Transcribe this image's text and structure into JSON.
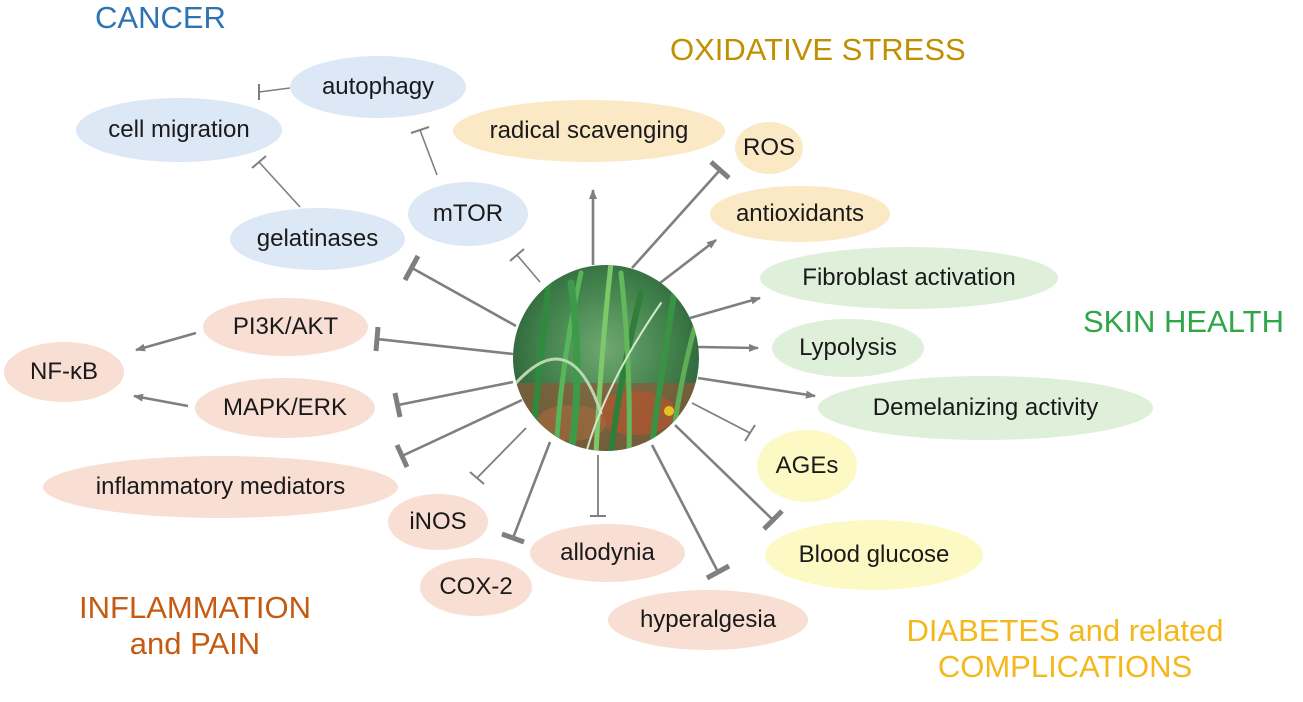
{
  "colors": {
    "cancer": "#2e74b5",
    "oxidative": "#bf9000",
    "skin": "#2ea64a",
    "inflammation": "#c55a11",
    "diabetes": "#f5b81c",
    "blue_node": "#dce8f6",
    "orange_node": "#fbe9c6",
    "green_node": "#deefda",
    "pink_node": "#f8ded3",
    "yellow_node": "#fdf9c4",
    "connector": "#7f7f7f"
  },
  "center_image": {
    "icon": "seagrass-photo"
  },
  "categories": {
    "cancer": "CANCER",
    "oxidative": "OXIDATIVE STRESS",
    "skin": "SKIN HEALTH",
    "inflammation_line1": "INFLAMMATION",
    "inflammation_line2": "and PAIN",
    "diabetes_line1": "DIABETES and related",
    "diabetes_line2": "COMPLICATIONS"
  },
  "nodes": {
    "autophagy": "autophagy",
    "cell_migration": "cell migration",
    "mtor": "mTOR",
    "gelatinases": "gelatinases",
    "radical_scavenging": "radical scavenging",
    "ros": "ROS",
    "antioxidants": "antioxidants",
    "fibroblast": "Fibroblast activation",
    "lypolysis": "Lypolysis",
    "demelanizing": "Demelanizing activity",
    "ages": "AGEs",
    "blood_glucose": "Blood glucose",
    "pi3k": "PI3K/AKT",
    "nfkb": "NF-κB",
    "mapk": "MAPK/ERK",
    "inflammatory_mediators": "inflammatory mediators",
    "inos": "iNOS",
    "cox2": "COX-2",
    "allodynia": "allodynia",
    "hyperalgesia": "hyperalgesia"
  }
}
